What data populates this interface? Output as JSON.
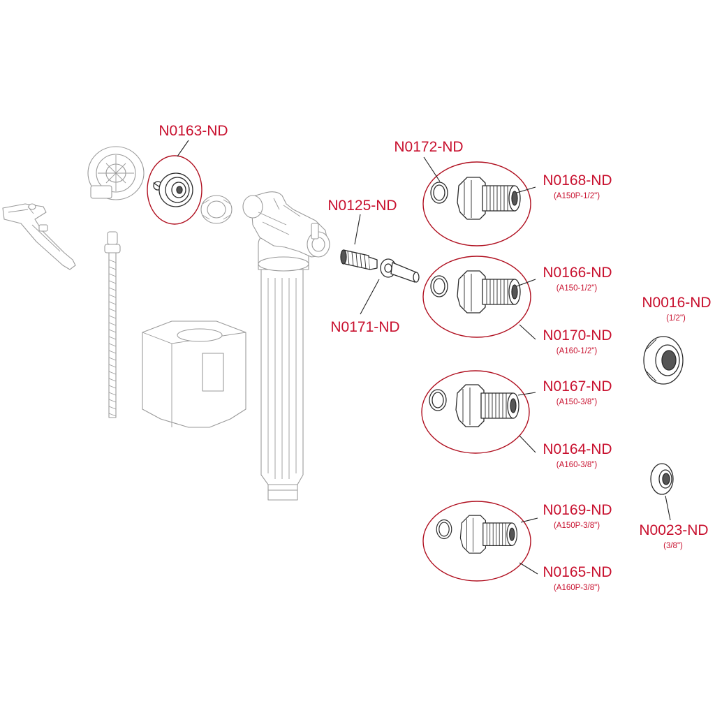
{
  "colors": {
    "label": "#c8102e",
    "ring": "#b01020",
    "line": "#2a2a2a",
    "context": "#9a9a9a"
  },
  "parts": [
    {
      "id": "n0163",
      "code": "N0163-ND",
      "spec": ""
    },
    {
      "id": "n0172",
      "code": "N0172-ND",
      "spec": ""
    },
    {
      "id": "n0168",
      "code": "N0168-ND",
      "spec": "(A150P-1/2\")"
    },
    {
      "id": "n0125",
      "code": "N0125-ND",
      "spec": ""
    },
    {
      "id": "n0171",
      "code": "N0171-ND",
      "spec": ""
    },
    {
      "id": "n0166",
      "code": "N0166-ND",
      "spec": "(A150-1/2\")"
    },
    {
      "id": "n0170",
      "code": "N0170-ND",
      "spec": "(A160-1/2\")"
    },
    {
      "id": "n0016",
      "code": "N0016-ND",
      "spec": "(1/2\")"
    },
    {
      "id": "n0167",
      "code": "N0167-ND",
      "spec": "(A150-3/8\")"
    },
    {
      "id": "n0164",
      "code": "N0164-ND",
      "spec": "(A160-3/8\")"
    },
    {
      "id": "n0023",
      "code": "N0023-ND",
      "spec": "(3/8\")"
    },
    {
      "id": "n0169",
      "code": "N0169-ND",
      "spec": "(A150P-3/8\")"
    },
    {
      "id": "n0165",
      "code": "N0165-ND",
      "spec": "(A160P-3/8\")"
    }
  ]
}
